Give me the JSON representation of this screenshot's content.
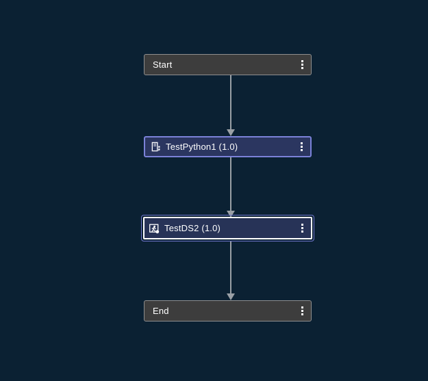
{
  "flow": {
    "nodes": [
      {
        "id": "start",
        "label": "Start",
        "kind": "terminal",
        "selected": false,
        "menu_icon": "kebab-menu-icon"
      },
      {
        "id": "testpython1",
        "label": "TestPython1 (1.0)",
        "kind": "program",
        "selected": false,
        "icon": "program-file-icon",
        "menu_icon": "kebab-menu-icon"
      },
      {
        "id": "testds2",
        "label": "TestDS2 (1.0)",
        "kind": "program",
        "selected": true,
        "icon": "program-run-icon",
        "menu_icon": "kebab-menu-icon"
      },
      {
        "id": "end",
        "label": "End",
        "kind": "terminal",
        "selected": false,
        "menu_icon": "kebab-menu-icon"
      }
    ],
    "edges": [
      {
        "from": "start",
        "to": "testpython1"
      },
      {
        "from": "testpython1",
        "to": "testds2"
      },
      {
        "from": "testds2",
        "to": "end"
      }
    ],
    "colors": {
      "background": "#0b2133",
      "terminal_fill": "#3d3d3d",
      "terminal_border": "#8f8f8f",
      "program_fill": "#2b3660",
      "program_border": "#7b82d9",
      "selection_outline": "#6f76cc",
      "selection_inner_border": "#ffffff",
      "connector": "#9aa0a6",
      "text": "#ffffff"
    }
  }
}
